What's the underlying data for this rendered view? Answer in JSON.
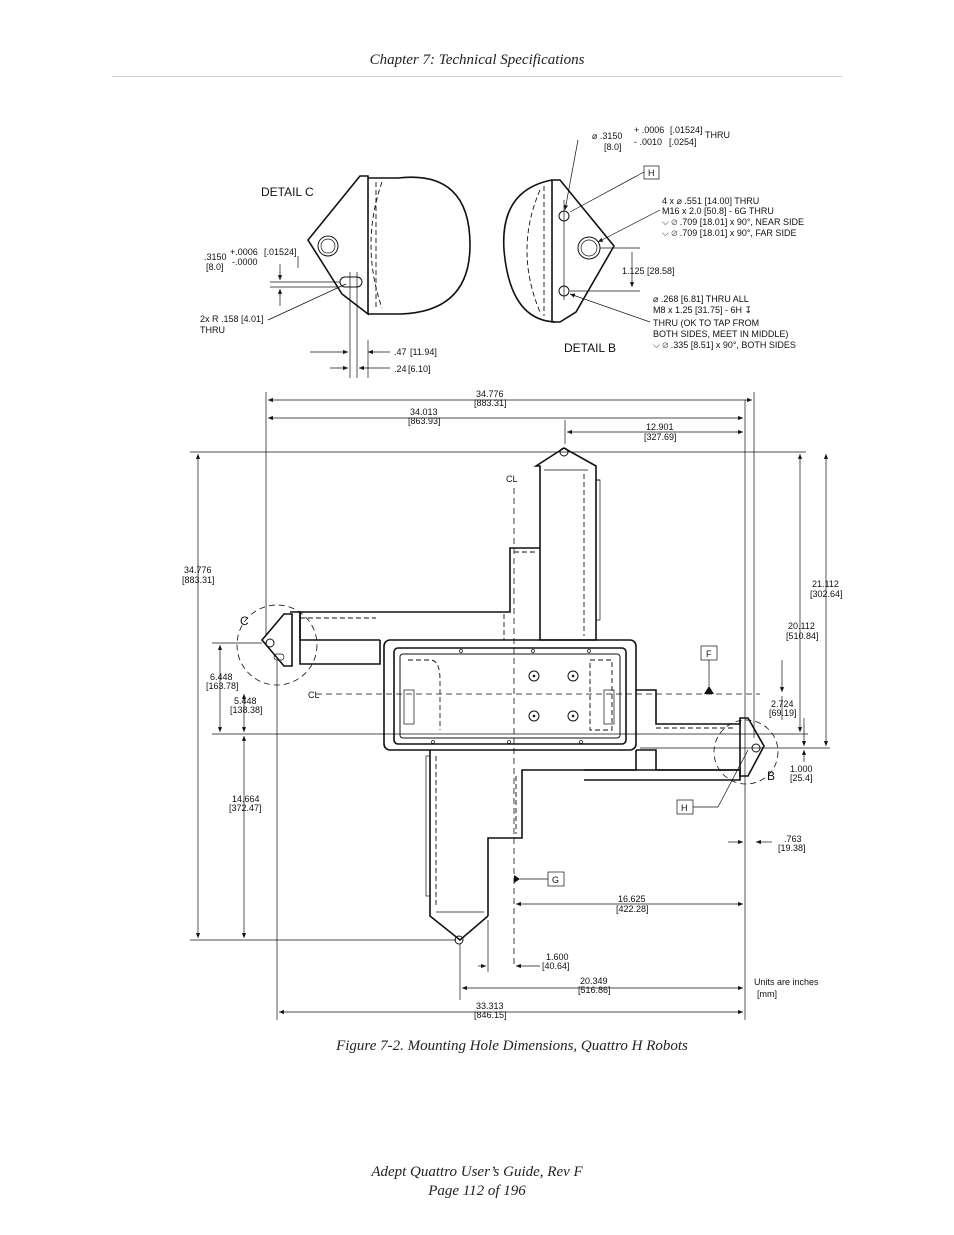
{
  "header": {
    "chapter": "Chapter 7: Technical Specifications"
  },
  "caption": "Figure 7-2. Mounting Hole Dimensions, Quattro H Robots",
  "footer": {
    "line1": "Adept Quattro User’s Guide, Rev F",
    "line2": "Page 112 of 196"
  },
  "detail_c": {
    "title": "DETAIL C",
    "hole_dia_in": ".3150",
    "hole_dia_mm": "[8.0]",
    "tol_plus": "+.0006",
    "tol_plus_mm": "[.01524]",
    "tol_minus": "-.0000",
    "radius_note_1": "2x R .158 [4.01]",
    "radius_note_2": "THRU",
    "dim_047": ".47",
    "dim_047_mm": "[11.94]",
    "dim_024": ".24",
    "dim_024_mm": "[6.10]"
  },
  "detail_b": {
    "title": "DETAIL B",
    "hole_dia": "⌀ .3150",
    "hole_dia_mm": "[8.0]",
    "tol_plus": "+ .0006",
    "tol_plus_mm": "[.01524]",
    "tol_minus": "- .0010",
    "tol_minus_mm": "[.0254]",
    "thru": "THRU",
    "datum_h": "H",
    "note1_line1": "4 x ⌀ .551 [14.00] THRU",
    "note1_line2": "M16 x 2.0 [50.8] - 6G THRU",
    "note1_line3": "⌵ ⌀ .709 [18.01] x 90°, NEAR SIDE",
    "note1_line4": "⌵ ⌀ .709 [18.01] x 90°, FAR SIDE",
    "spacing": "1.125 [28.58]",
    "note2_line1": "⌀ .268 [6.81] THRU ALL",
    "note2_line2": "M8 x 1.25 [31.75] - 6H ↧",
    "note2_line3": "THRU (OK TO TAP FROM",
    "note2_line4": "BOTH SIDES, MEET IN MIDDLE)",
    "note2_line5": "⌵ ⌀ .335 [8.51] x 90°, BOTH SIDES"
  },
  "main_dims": {
    "d1": "34.776",
    "d1_mm": "[883.31]",
    "d2": "34.013",
    "d2_mm": "[863.93]",
    "d3": "12.901",
    "d3_mm": "[327.69]",
    "d4": "34.776",
    "d4_mm": "[883.31]",
    "d5": "21.112",
    "d5_mm": "[302.64]",
    "d6": "20.112",
    "d6_mm": "[510.84]",
    "d7": "6.448",
    "d7_mm": "[163.78]",
    "d8": "5.448",
    "d8_mm": "[138.38]",
    "d9": "2.724",
    "d9_mm": "[69.19]",
    "d10": "1.000",
    "d10_mm": "[25.4]",
    "d11": "14.664",
    "d11_mm": "[372.47]",
    "d12": ".763",
    "d12_mm": "[19.38]",
    "d13": "16.625",
    "d13_mm": "[422.28]",
    "d14": "1.600",
    "d14_mm": "[40.64]",
    "d15": "20.349",
    "d15_mm": "[516.86]",
    "d16": "33.313",
    "d16_mm": "[846.15]"
  },
  "labels": {
    "c": "C",
    "b": "B",
    "f": "F",
    "h": "H",
    "g": "G",
    "centerline": "CL",
    "units_1": "Units are inches",
    "units_2": "[mm]"
  }
}
